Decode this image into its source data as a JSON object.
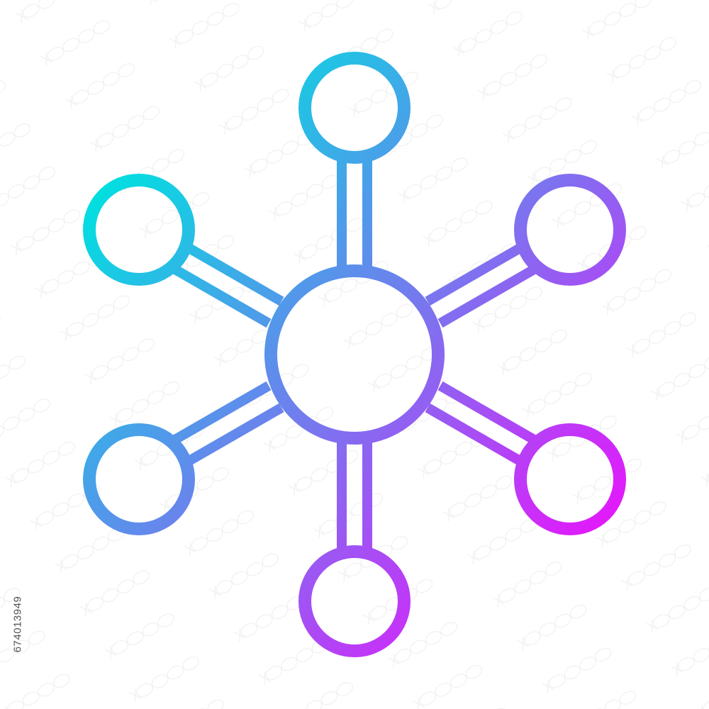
{
  "icon": {
    "semantic_name": "network-hub-icon",
    "style": "outline",
    "satellite_count": 6,
    "gradient": {
      "start_color": "#00e0e0",
      "end_color": "#ff00ff"
    },
    "background_color": "#ffffff"
  },
  "watermark": {
    "stock_id": "674013949",
    "pattern_color": "#cfcfcf"
  }
}
